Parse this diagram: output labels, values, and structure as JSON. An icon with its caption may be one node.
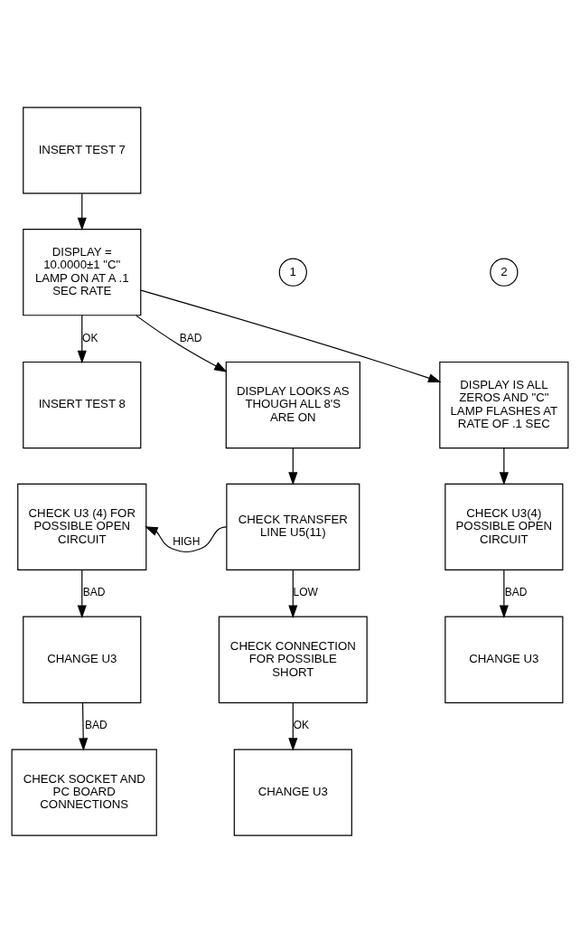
{
  "diagram": {
    "nodes": [
      {
        "text": [
          "INSERT TEST 7"
        ]
      },
      {
        "text": [
          "DISPLAY = 10.0000±1 \"C\" LAMP ON AT A .1 SEC RATE"
        ]
      },
      {
        "text": [
          "1"
        ]
      },
      {
        "text": [
          "2"
        ]
      },
      {
        "text": [
          "INSERT TEST 8"
        ]
      },
      {
        "text": [
          "DISPLAY LOOKS AS THOUGH ALL 8'S ARE ON"
        ]
      },
      {
        "text": [
          "DISPLAY IS ALL ZEROS AND \"C\" LAMP FLASHES AT RATE OF .1 SEC"
        ]
      },
      {
        "text": [
          "CHECK U3 (4) FOR POSSIBLE OPEN CIRCUIT"
        ]
      },
      {
        "text": [
          "CHECK TRANSFER LINE U5(11)"
        ]
      },
      {
        "text": [
          "CHECK U3(4) POSSIBLE OPEN CIRCUIT"
        ]
      },
      {
        "text": [
          "CHANGE U3"
        ]
      },
      {
        "text": [
          "CHECK CONNECTION FOR POSSIBLE SHORT"
        ]
      },
      {
        "text": [
          "CHANGE U3"
        ]
      },
      {
        "text": [
          "CHECK SOCKET AND PC BOARD CONNECTIONS"
        ]
      },
      {
        "text": [
          "CHANGE U3"
        ]
      }
    ],
    "edges": [
      {
        "from": 0,
        "to": 1,
        "arrow": "to"
      },
      {
        "from": 1,
        "to": 4,
        "arrow": "to",
        "label": "OK"
      },
      {
        "from": 1,
        "to": 5,
        "arrow": "to",
        "label": "BAD"
      },
      {
        "from": 1,
        "to": 6,
        "arrow": "to"
      },
      {
        "from": 5,
        "to": 8,
        "arrow": "to"
      },
      {
        "from": 8,
        "to": 7,
        "arrow": "to",
        "label": "HIGH"
      },
      {
        "from": 8,
        "to": 11,
        "arrow": "to",
        "label": "LOW"
      },
      {
        "from": 6,
        "to": 9,
        "arrow": "to"
      },
      {
        "from": 7,
        "to": 10,
        "arrow": "to",
        "label": "BAD"
      },
      {
        "from": 9,
        "to": 12,
        "arrow": "to",
        "label": "BAD"
      },
      {
        "from": 10,
        "to": 13,
        "arrow": "to",
        "label": "BAD"
      },
      {
        "from": 11,
        "to": 14,
        "arrow": "to",
        "label": "OK"
      }
    ]
  }
}
